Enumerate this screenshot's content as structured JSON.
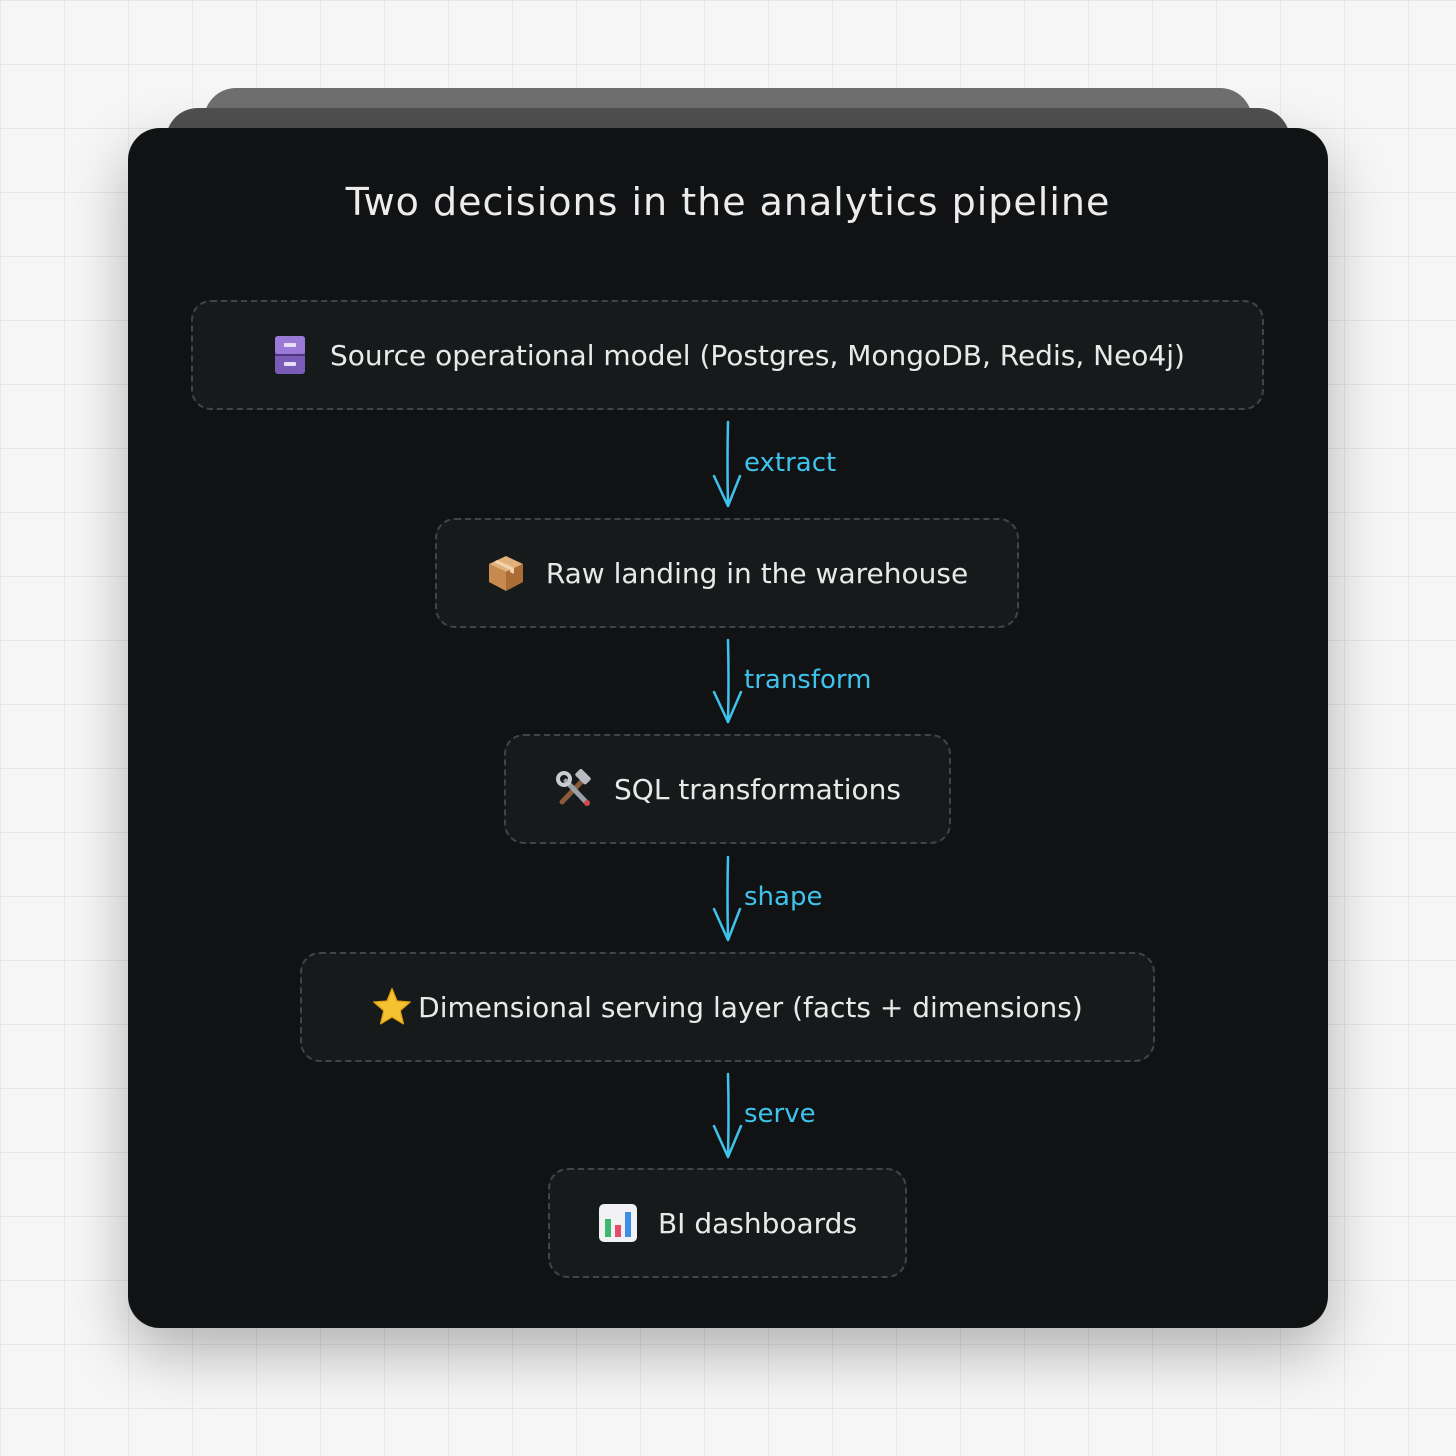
{
  "title": "Two decisions in the analytics pipeline",
  "nodes": [
    {
      "icon": "file-cabinet-icon",
      "label": "Source operational model (Postgres, MongoDB, Redis, Neo4j)"
    },
    {
      "icon": "package-icon",
      "label": "Raw landing in the warehouse"
    },
    {
      "icon": "hammer-wrench-icon",
      "label": "SQL transformations"
    },
    {
      "icon": "star-icon",
      "label": "Dimensional serving layer (facts + dimensions)"
    },
    {
      "icon": "bar-chart-icon",
      "label": "BI dashboards"
    }
  ],
  "edges": [
    {
      "label": "extract"
    },
    {
      "label": "transform"
    },
    {
      "label": "shape"
    },
    {
      "label": "serve"
    }
  ],
  "colors": {
    "card_background": "#111213",
    "node_background": "#171a1b",
    "node_border": "#3f4548",
    "edge_color": "#3ec3ec",
    "text": "#e9e9e9"
  }
}
